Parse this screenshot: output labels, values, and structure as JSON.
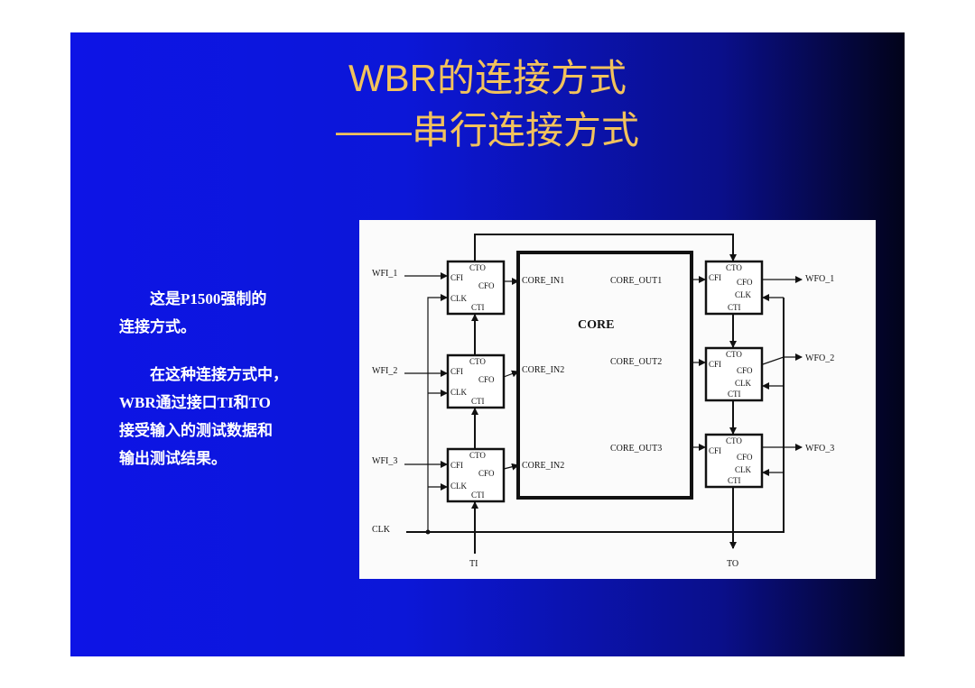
{
  "slide": {
    "title_line1": "WBR的连接方式",
    "title_line2": "——串行连接方式"
  },
  "text": {
    "para1_line1": "这是P1500强制的",
    "para1_line2": "连接方式。",
    "para2_line1": "在这种连接方式中，",
    "para2_line2": "WBR通过接口TI和TO",
    "para2_line3": "接受输入的测试数据和",
    "para2_line4": "输出测试结果。"
  },
  "diagram": {
    "core_label": "CORE",
    "core_inputs": [
      "CORE_IN1",
      "CORE_IN2",
      "CORE_IN2"
    ],
    "core_outputs": [
      "CORE_OUT1",
      "CORE_OUT2",
      "CORE_OUT3"
    ],
    "left_inputs": [
      "WFI_1",
      "WFI_2",
      "WFI_3"
    ],
    "right_outputs": [
      "WFO_1",
      "WFO_2",
      "WFO_3"
    ],
    "cell_ports": {
      "cti": "CTI",
      "cto": "CTO",
      "cfi": "CFI",
      "cfo": "CFO",
      "clk": "CLK"
    },
    "clk_label": "CLK",
    "ti_label": "TI",
    "to_label": "TO"
  }
}
